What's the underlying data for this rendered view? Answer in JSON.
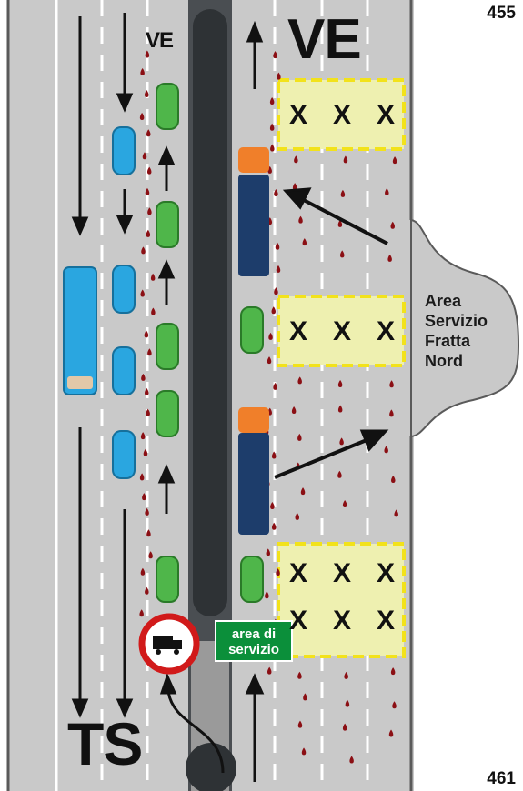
{
  "km_markers": {
    "top": "455",
    "bottom": "461"
  },
  "directions": {
    "north": "VE",
    "north_small": "VE",
    "south": "TS"
  },
  "service_area": {
    "name_lines": [
      "Area",
      "Servizio",
      "Fratta",
      "Nord"
    ]
  },
  "sign": {
    "lines": [
      "area di",
      "servizio"
    ],
    "color": "#0b8f3a"
  },
  "closure_mark": "X",
  "icons": {
    "no_trucks_sign": "no-trucks-sign-icon"
  },
  "colors": {
    "road": "#c9c9c9",
    "median": "#3f4346",
    "closed_lane": "#eef0b0",
    "closure_border": "#f2e21b",
    "blood_drop": "#8b0f14",
    "car_green": "#4fb64a",
    "car_blue": "#2aa6e0",
    "truck_cab": "#f07f2a",
    "truck_trailer": "#1d3d6b"
  }
}
